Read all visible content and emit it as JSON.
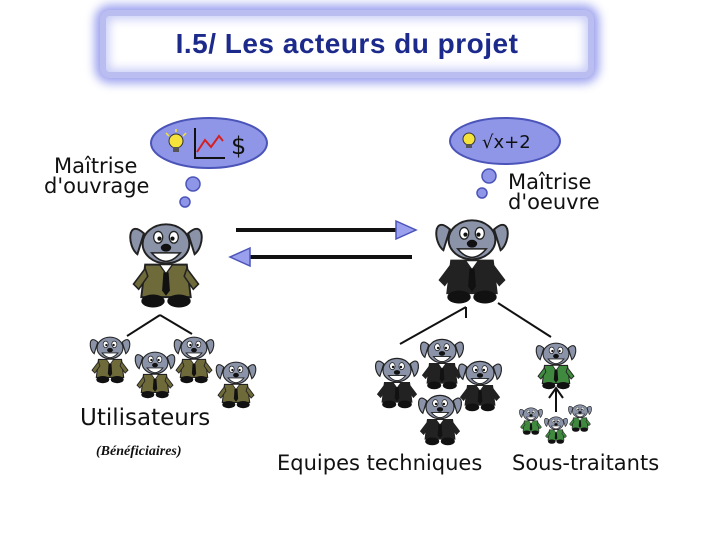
{
  "title": "I.5/ Les acteurs du projet",
  "actors": {
    "moa_line1": "Maîtrise",
    "moa_line2": "d'ouvrage",
    "moe_line1": "Maîtrise",
    "moe_line2": "d'oeuvre",
    "users": "Utilisateurs",
    "beneficiaries": "(Bénéficiaires)",
    "tech_teams": "Equipes techniques",
    "subcontractors": "Sous-traitants"
  },
  "bubbles": {
    "moa_symbol": "$",
    "moe_formula": "√x+2"
  },
  "colors": {
    "title_text": "#1c2a8c",
    "title_glow": "#9aa0ee",
    "bubble_fill": "#8f96e8",
    "dog_fur": "#8a93a8",
    "suit_olive": "#6f6a3a",
    "suit_black": "#222222",
    "suit_green": "#3f8a3f"
  },
  "icons": [
    "lightbulb-icon",
    "growth-chart-icon",
    "dog-figure-icon"
  ]
}
